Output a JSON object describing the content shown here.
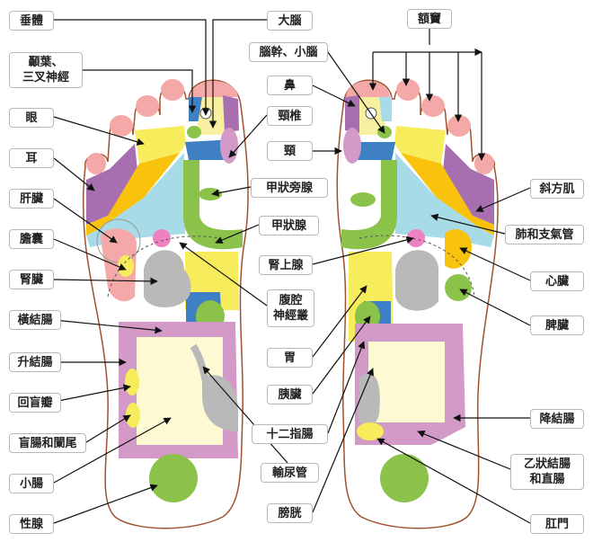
{
  "left_labels": [
    "垂體",
    "顳葉、\n三叉神經",
    "眼",
    "耳",
    "肝臟",
    "膽囊",
    "腎臟",
    "橫結腸",
    "升結腸",
    "回盲瓣",
    "盲腸和闌尾",
    "小腸",
    "性腺"
  ],
  "center_labels": [
    "大腦",
    "腦幹、小腦",
    "鼻",
    "頸椎",
    "頸",
    "甲狀旁腺",
    "甲狀腺",
    "腎上腺",
    "腹腔\n神經叢",
    "胃",
    "胰臟",
    "十二指腸",
    "輸尿管",
    "膀胱"
  ],
  "right_labels": [
    "額竇",
    "斜方肌",
    "肺和支氣管",
    "心臟",
    "脾臟",
    "降結腸",
    "乙狀結腸\n和直腸",
    "肛門"
  ],
  "colors": {
    "outline": "#a0522d",
    "pink": "#f4a9a8",
    "purple": "#a86fb0",
    "blue": "#3f7fc4",
    "yellow": "#f7ec5c",
    "orange": "#f9c20c",
    "lightblue": "#a7dbe8",
    "green": "#8bc34a",
    "gray": "#b9b9b9",
    "lavender": "#d49ac7",
    "cream": "#fdf9d2",
    "cyan": "#1aa3dd"
  }
}
